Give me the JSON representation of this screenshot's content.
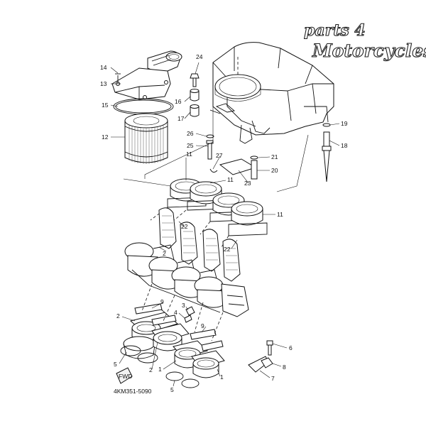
{
  "brand": {
    "line1": "parts 4",
    "line2": "Motorcycles"
  },
  "diagram_code": "4KM351-5090",
  "fwd_label": "FWD",
  "callouts": {
    "c14": "14",
    "c13": "13",
    "c15": "15",
    "c12": "12",
    "c24": "24",
    "c16": "16",
    "c17": "17",
    "c26": "26",
    "c25": "25",
    "c27": "27",
    "c23": "23",
    "c21": "21",
    "c20": "20",
    "c19": "19",
    "c18": "18",
    "c11a": "11",
    "c11b": "11",
    "c11c": "11",
    "c22a": "22",
    "c22b": "22",
    "c2a": "2",
    "c3": "3",
    "c4": "4",
    "c9a": "9",
    "c9b": "9",
    "c2b": "2",
    "c2c": "2",
    "c5a": "5",
    "c5b": "5",
    "c1a": "1",
    "c1b": "1",
    "c6": "6",
    "c8": "8",
    "c7": "7"
  }
}
